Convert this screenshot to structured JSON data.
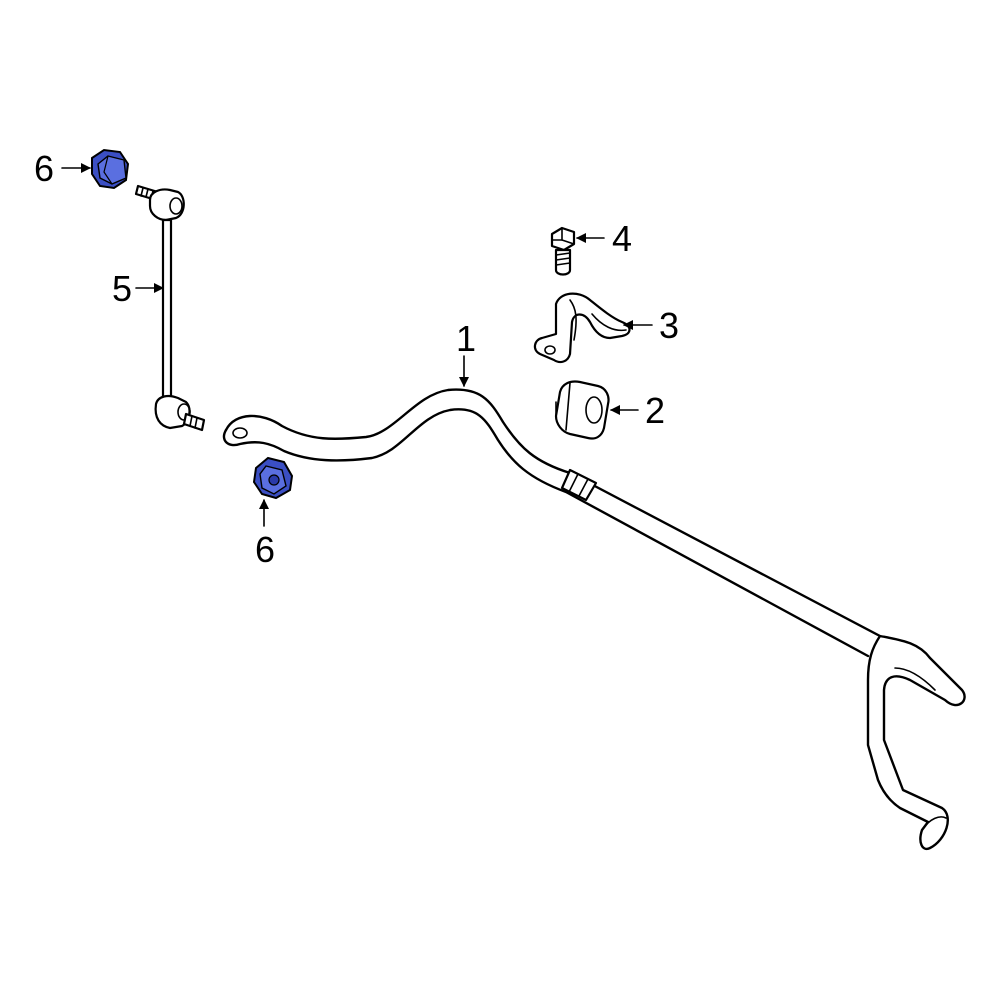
{
  "diagram": {
    "highlight_color": "#3b4fc4",
    "callouts": {
      "stabilizer_bar": "1",
      "bushing": "2",
      "bracket": "3",
      "bolt": "4",
      "link": "5",
      "nut_upper": "6",
      "nut_lower": "6"
    }
  }
}
